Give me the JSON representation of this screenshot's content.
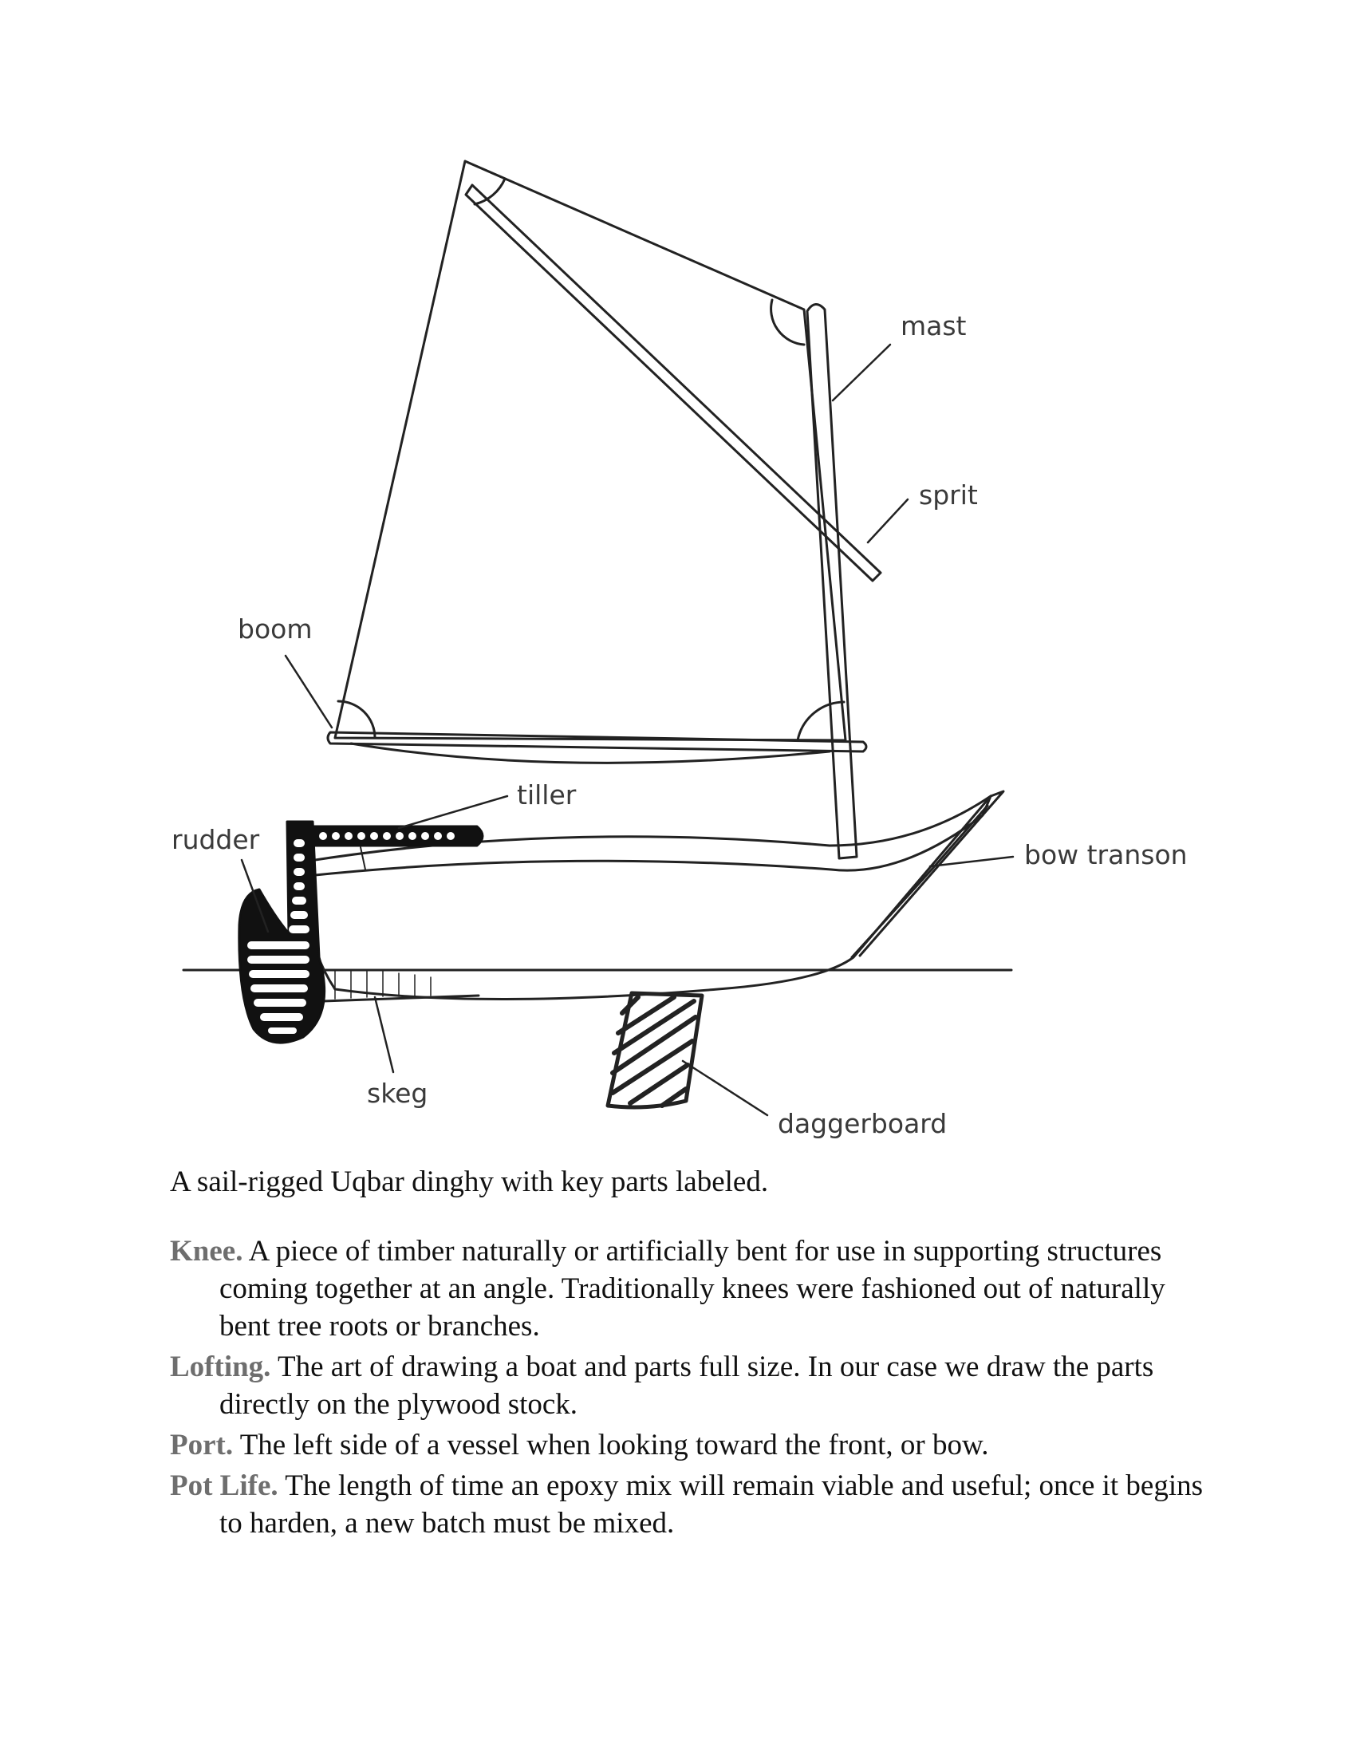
{
  "figure": {
    "labels": {
      "mast": "mast",
      "sprit": "sprit",
      "boom": "boom",
      "tiller": "tiller",
      "rudder": "rudder",
      "bow_transom": "bow transon",
      "skeg": "skeg",
      "daggerboard": "daggerboard"
    }
  },
  "caption": "A sail-rigged Uqbar dinghy with key parts labeled.",
  "glossary": [
    {
      "term": "Knee.",
      "definition": "A piece of timber naturally or artificially bent for use in supporting structures coming together at an angle. Traditionally knees were fashioned out of naturally bent tree roots or branches."
    },
    {
      "term": "Lofting.",
      "definition": "The art of drawing a boat and parts full size. In our case we draw the parts directly on the plywood stock."
    },
    {
      "term": "Port.",
      "definition": "The left side of a vessel when looking toward the front, or bow."
    },
    {
      "term": "Pot Life.",
      "definition": "The length of time an epoxy mix will remain viable and useful; once it begins to harden, a new batch must be mixed."
    }
  ]
}
